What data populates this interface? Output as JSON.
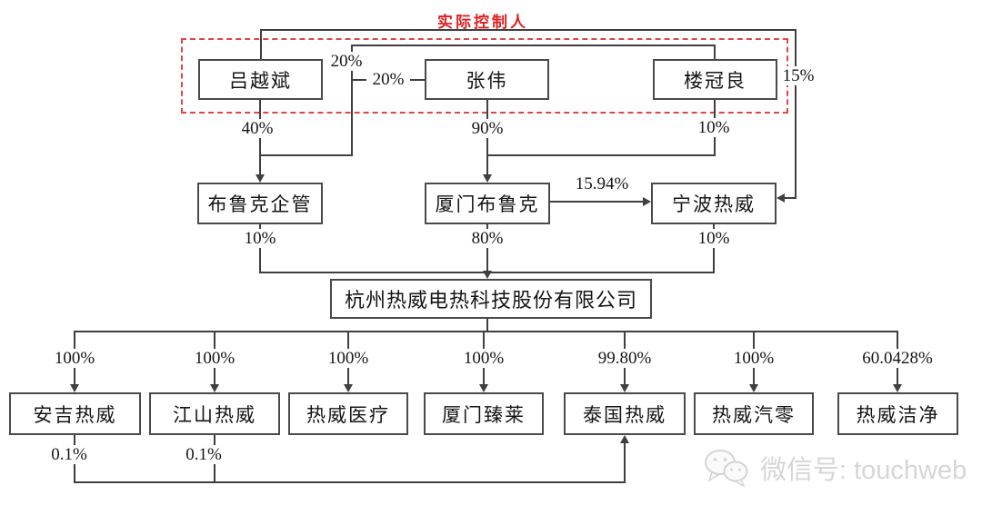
{
  "annotations": {
    "actual_controller": "实际控制人"
  },
  "nodes": {
    "lvyuebin": "吕越斌",
    "zhangwei": "张伟",
    "louguanliang": "楼冠良",
    "bulukeqiguan": "布鲁克企管",
    "xiamenbuluke": "厦门布鲁克",
    "ningborewei": "宁波热威",
    "parent_company": "杭州热威电热科技股份有限公司",
    "anjirewei": "安吉热威",
    "jiangshanrewei": "江山热威",
    "reweiyiliao": "热威医疗",
    "xiamenzhenlai": "厦门臻莱",
    "taiguorewei": "泰国热威",
    "reweiqiling": "热威汽零",
    "reweijiejing": "热威洁净"
  },
  "edges": [
    {
      "from": "吕越斌",
      "to": "布鲁克企管",
      "pct": "40%"
    },
    {
      "from": "张伟",
      "to": "布鲁克企管",
      "pct": "20%"
    },
    {
      "from": "楼冠良",
      "to": "布鲁克企管",
      "pct": "20%"
    },
    {
      "from": "张伟",
      "to": "厦门布鲁克",
      "pct": "90%"
    },
    {
      "from": "楼冠良",
      "to": "厦门布鲁克",
      "pct": "10%"
    },
    {
      "from": "吕越斌",
      "to": "宁波热威",
      "pct": "15%"
    },
    {
      "from": "厦门布鲁克",
      "to": "宁波热威",
      "pct": "15.94%"
    },
    {
      "from": "布鲁克企管",
      "to": "杭州热威电热科技股份有限公司",
      "pct": "10%"
    },
    {
      "from": "厦门布鲁克",
      "to": "杭州热威电热科技股份有限公司",
      "pct": "80%"
    },
    {
      "from": "宁波热威",
      "to": "杭州热威电热科技股份有限公司",
      "pct": "10%"
    },
    {
      "from": "杭州热威电热科技股份有限公司",
      "to": "安吉热威",
      "pct": "100%"
    },
    {
      "from": "杭州热威电热科技股份有限公司",
      "to": "江山热威",
      "pct": "100%"
    },
    {
      "from": "杭州热威电热科技股份有限公司",
      "to": "热威医疗",
      "pct": "100%"
    },
    {
      "from": "杭州热威电热科技股份有限公司",
      "to": "厦门臻莱",
      "pct": "100%"
    },
    {
      "from": "杭州热威电热科技股份有限公司",
      "to": "泰国热威",
      "pct": "99.80%"
    },
    {
      "from": "杭州热威电热科技股份有限公司",
      "to": "热威汽零",
      "pct": "100%"
    },
    {
      "from": "杭州热威电热科技股份有限公司",
      "to": "热威洁净",
      "pct": "60.0428%"
    },
    {
      "from": "安吉热威",
      "to": "泰国热威",
      "pct": "0.1%"
    },
    {
      "from": "江山热威",
      "to": "泰国热威",
      "pct": "0.1%"
    }
  ],
  "watermark": {
    "icon": "wechat-icon",
    "text": "微信号: touchweb"
  },
  "colors": {
    "line": "#3f3f3f",
    "box_border": "#4a4a4a",
    "accent_red": "#e02020",
    "watermark_gray": "#d6d6d6"
  }
}
